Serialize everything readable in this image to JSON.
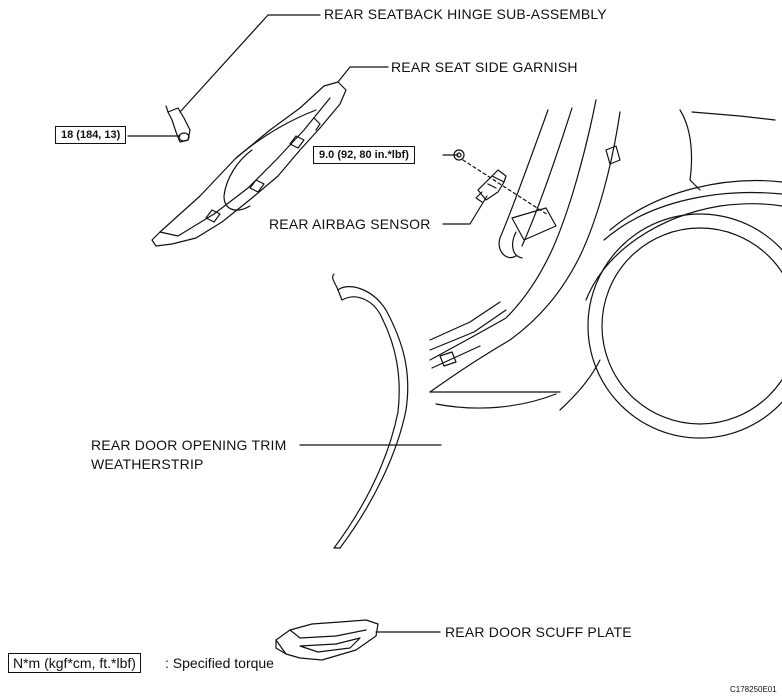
{
  "labels": {
    "hinge": "REAR SEATBACK HINGE SUB-ASSEMBLY",
    "garnish": "REAR SEAT SIDE GARNISH",
    "airbag": "REAR AIRBAG SENSOR",
    "weatherstrip_line1": "REAR DOOR OPENING TRIM",
    "weatherstrip_line2": "WEATHERSTRIP",
    "scuff": "REAR DOOR SCUFF PLATE"
  },
  "torque": {
    "hinge": "18 (184, 13)",
    "sensor": "9.0 (92, 80 in.*lbf)"
  },
  "legend": {
    "box": "N*m (kgf*cm, ft.*lbf)",
    "text": ": Specified torque"
  },
  "figure_code": "C178250E01"
}
